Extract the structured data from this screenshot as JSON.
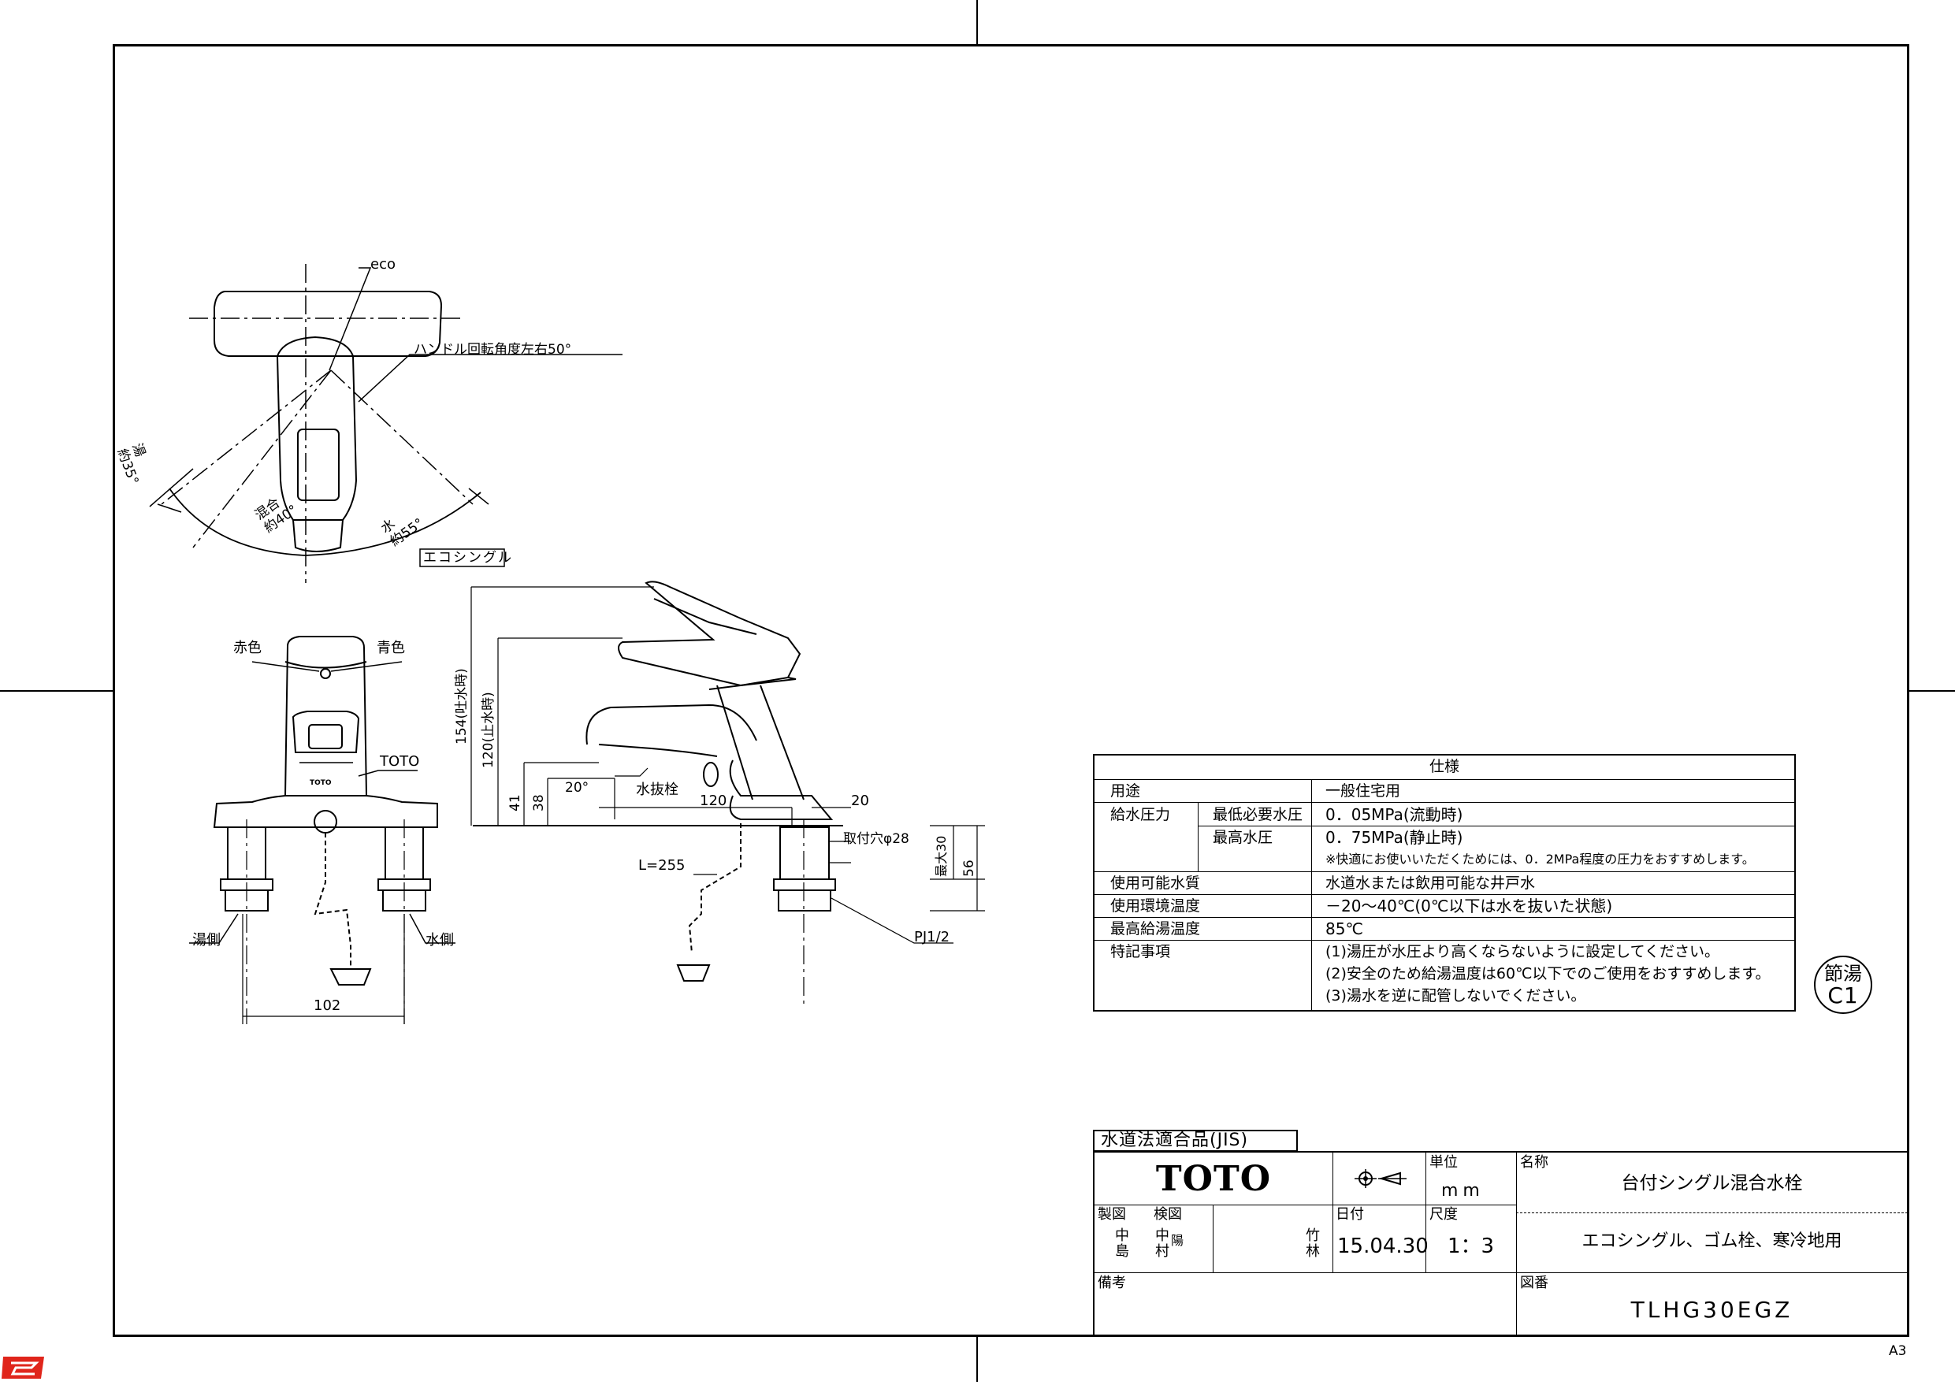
{
  "drawing": {
    "top_view": {
      "eco_label": "eco",
      "handle_rotation_note": "ハンドル回転角度左右50°",
      "hot_angle": "湯\n約35°",
      "mix_angle": "混合\n約40°",
      "cold_angle": "水\n約55°",
      "eco_single_tag": "エコシングル"
    },
    "front_view": {
      "red_label": "赤色",
      "blue_label": "青色",
      "brand_label": "TOTO",
      "hot_side": "湯側",
      "cold_side": "水側",
      "dim_102": "102"
    },
    "side_view": {
      "dim_154": "154(吐水時)",
      "dim_120v": "120(止水時)",
      "dim_41": "41",
      "dim_38": "38",
      "angle_20": "20°",
      "stopper_label": "水抜栓",
      "dim_120h": "120",
      "dim_20": "20",
      "mount_hole": "取付穴φ28",
      "max30": "最大30",
      "dim_56": "56",
      "chain_length": "L=255",
      "thread": "PJ1/2"
    }
  },
  "spec_table": {
    "title": "仕様",
    "rows": {
      "use_label": "用途",
      "use_value": "一般住宅用",
      "pressure_label": "給水圧力",
      "min_label": "最低必要水圧",
      "min_value": "0．05MPa(流動時)",
      "max_label": "最高水圧",
      "max_value": "0．75MPa(静止時)",
      "pressure_note": "※快適にお使いいただくためには、0．2MPa程度の圧力をおすすめします。",
      "water_label": "使用可能水質",
      "water_value": "水道水または飲用可能な井戸水",
      "env_label": "使用環境温度",
      "env_value": "－20～40℃(0℃以下は水を抜いた状態)",
      "hot_label": "最高給湯温度",
      "hot_value": "85℃",
      "notes_label": "特記事項",
      "note1": "(1)湯圧が水圧より高くならないように設定してください。",
      "note2": "(2)安全のため給湯温度は60℃以下でのご使用をおすすめします。",
      "note3": "(3)湯水を逆に配管しないでください。"
    }
  },
  "badge": {
    "line1": "節湯",
    "line2": "C1"
  },
  "title_block": {
    "jis": "水道法適合品(JIS)",
    "logo": "TOTO",
    "unit_label": "単位",
    "unit_value": "mm",
    "name_label": "名称",
    "name_value": "台付シングル混合水栓",
    "drawn_label": "製図",
    "drawn_value": "中\n島",
    "checked_label": "検図",
    "checked_value": "中\n村",
    "checked_stamp": "陽",
    "approved_value": "竹\n林",
    "date_label": "日付",
    "date_value": "15.04.30",
    "scale_label": "尺度",
    "scale_value": "1：3",
    "desc_value": "エコシングル、ゴム栓、寒冷地用",
    "remarks_label": "備考",
    "number_label": "図番",
    "number_value": "TLHG30EGZ"
  },
  "paper_size": "A3",
  "colors": {
    "line": "#000000",
    "corner_mark": "#e0251b"
  }
}
